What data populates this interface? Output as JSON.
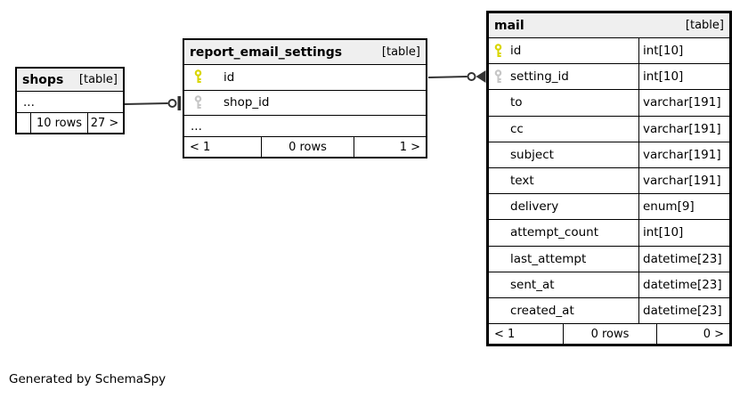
{
  "page": {
    "footer_note": "Generated by SchemaSpy"
  },
  "colors": {
    "background": "#ffffff",
    "table_header_bg": "#efefef",
    "table_border": "#000000",
    "edge_line": "#333333",
    "primary_key_icon": "#d9d600",
    "foreign_key_icon": "#c6c6c6"
  },
  "shops": {
    "title": "shops",
    "tag": "[table]",
    "ellipsis": "...",
    "footer": {
      "prev": "",
      "rows": "10 rows",
      "next": "27 >"
    }
  },
  "report_email_settings": {
    "title": "report_email_settings",
    "tag": "[table]",
    "columns": [
      {
        "name": "id",
        "key": "primary"
      },
      {
        "name": "shop_id",
        "key": "foreign"
      }
    ],
    "ellipsis": "...",
    "footer": {
      "prev": "< 1",
      "rows": "0 rows",
      "next": "1 >"
    }
  },
  "mail": {
    "title": "mail",
    "tag": "[table]",
    "columns": [
      {
        "name": "id",
        "type": "int[10]",
        "key": "primary"
      },
      {
        "name": "setting_id",
        "type": "int[10]",
        "key": "foreign"
      },
      {
        "name": "to",
        "type": "varchar[191]",
        "key": "none"
      },
      {
        "name": "cc",
        "type": "varchar[191]",
        "key": "none"
      },
      {
        "name": "subject",
        "type": "varchar[191]",
        "key": "none"
      },
      {
        "name": "text",
        "type": "varchar[191]",
        "key": "none"
      },
      {
        "name": "delivery",
        "type": "enum[9]",
        "key": "none"
      },
      {
        "name": "attempt_count",
        "type": "int[10]",
        "key": "none"
      },
      {
        "name": "last_attempt",
        "type": "datetime[23]",
        "key": "none"
      },
      {
        "name": "sent_at",
        "type": "datetime[23]",
        "key": "none"
      },
      {
        "name": "created_at",
        "type": "datetime[23]",
        "key": "none"
      }
    ],
    "footer": {
      "prev": "< 1",
      "rows": "0 rows",
      "next": "0 >"
    }
  },
  "relationships": [
    {
      "from_table": "shops",
      "to_table": "report_email_settings",
      "to_column": "shop_id",
      "end_marker": "circle-tee"
    },
    {
      "from_table": "report_email_settings",
      "from_column": "id",
      "to_table": "mail",
      "to_column": "setting_id",
      "end_marker": "circle-crow"
    }
  ],
  "icons": {
    "primary_key": "key-icon",
    "foreign_key": "key-icon"
  }
}
